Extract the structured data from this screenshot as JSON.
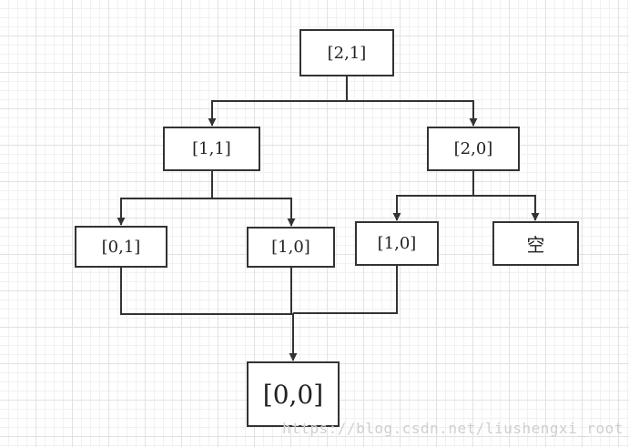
{
  "nodes": {
    "root": "[2,1]",
    "l1_left": "[1,1]",
    "l1_right": "[2,0]",
    "l2_a": "[0,1]",
    "l2_b": "[1,0]",
    "l2_c": "[1,0]",
    "l2_d": "空",
    "bottom": "[0,0]"
  },
  "watermark": "https://blog.csdn.net/liushengxi_root",
  "colors": {
    "line": "#333333",
    "grid": "#e2e2e2",
    "background": "#ffffff"
  }
}
